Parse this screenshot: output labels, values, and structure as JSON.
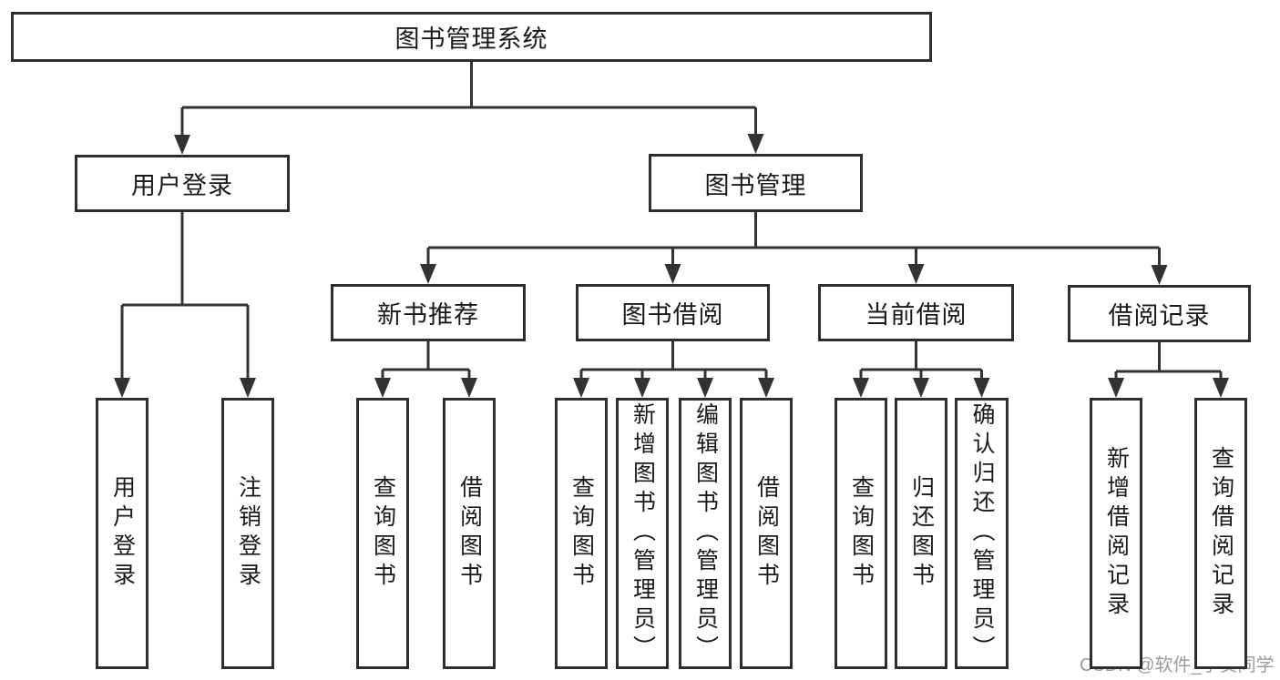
{
  "page": {
    "background": "#ffffff"
  },
  "colors": {
    "line": "#333333",
    "box_border": "#2e2e2e",
    "text": "#1a1a1a",
    "watermark": "#9c9c9c"
  },
  "watermark": {
    "text": "CSDN @软件_小贺同学"
  },
  "diagram": {
    "title": "图书管理系统",
    "nodes": [
      {
        "id": "root",
        "label": "图书管理系统",
        "orientation": "horizontal",
        "level": 0
      },
      {
        "id": "login",
        "label": "用户登录",
        "orientation": "horizontal",
        "level": 1
      },
      {
        "id": "mgmt",
        "label": "图书管理",
        "orientation": "horizontal",
        "level": 1
      },
      {
        "id": "recommend",
        "label": "新书推荐",
        "orientation": "horizontal",
        "level": 2
      },
      {
        "id": "borrow",
        "label": "图书借阅",
        "orientation": "horizontal",
        "level": 2
      },
      {
        "id": "current",
        "label": "当前借阅",
        "orientation": "horizontal",
        "level": 2
      },
      {
        "id": "records",
        "label": "借阅记录",
        "orientation": "horizontal",
        "level": 2
      },
      {
        "id": "user-login",
        "label": "用户登录",
        "orientation": "vertical",
        "level": 3
      },
      {
        "id": "logout",
        "label": "注销登录",
        "orientation": "vertical",
        "level": 3
      },
      {
        "id": "r-query",
        "label": "查询图书",
        "orientation": "vertical",
        "level": 3
      },
      {
        "id": "r-borrow",
        "label": "借阅图书",
        "orientation": "vertical",
        "level": 3
      },
      {
        "id": "b-query",
        "label": "查询图书",
        "orientation": "vertical",
        "level": 3
      },
      {
        "id": "b-add",
        "label": "新增图书（管理员）",
        "orientation": "vertical",
        "level": 3
      },
      {
        "id": "b-edit",
        "label": "编辑图书（管理员）",
        "orientation": "vertical",
        "level": 3
      },
      {
        "id": "b-borrow",
        "label": "借阅图书",
        "orientation": "vertical",
        "level": 3
      },
      {
        "id": "c-query",
        "label": "查询图书",
        "orientation": "vertical",
        "level": 3
      },
      {
        "id": "c-return",
        "label": "归还图书",
        "orientation": "vertical",
        "level": 3
      },
      {
        "id": "c-confirm",
        "label": "确认归还（管理员）",
        "orientation": "vertical",
        "level": 3
      },
      {
        "id": "rec-add",
        "label": "新增借阅记录",
        "orientation": "vertical",
        "level": 3
      },
      {
        "id": "rec-query",
        "label": "查询借阅记录",
        "orientation": "vertical",
        "level": 3
      }
    ],
    "edges": [
      {
        "from": "root",
        "to": [
          "login",
          "mgmt"
        ]
      },
      {
        "from": "login",
        "to": [
          "user-login",
          "logout"
        ]
      },
      {
        "from": "mgmt",
        "to": [
          "recommend",
          "borrow",
          "current",
          "records"
        ]
      },
      {
        "from": "recommend",
        "to": [
          "r-query",
          "r-borrow"
        ]
      },
      {
        "from": "borrow",
        "to": [
          "b-query",
          "b-add",
          "b-edit",
          "b-borrow"
        ]
      },
      {
        "from": "current",
        "to": [
          "c-query",
          "c-return",
          "c-confirm"
        ]
      },
      {
        "from": "records",
        "to": [
          "rec-add",
          "rec-query"
        ]
      }
    ]
  }
}
